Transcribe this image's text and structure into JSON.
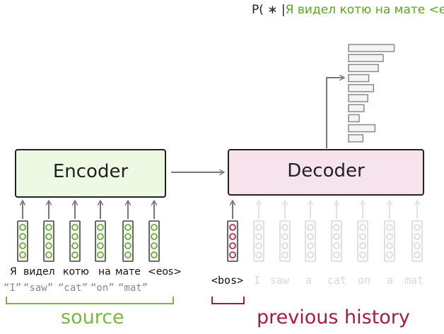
{
  "formula": {
    "prefix": "P( ∗ |",
    "green_text": "Я видел котю на мате <e"
  },
  "encoder": {
    "label": "Encoder"
  },
  "decoder": {
    "label": "Decoder"
  },
  "source_words": [
    "Я",
    "видел",
    "котю",
    "на",
    "мате",
    "<eos>"
  ],
  "source_glosses": [
    "“I”",
    "“saw”",
    "“cat”",
    "“on”",
    "“mat”"
  ],
  "previous_tokens": [
    "<bos>",
    "I",
    "saw",
    "a",
    "cat",
    "on",
    "a",
    "mat"
  ],
  "labels": {
    "source": "source",
    "previous_history": "previous history"
  },
  "distribution_bars": [
    0.95,
    0.72,
    0.62,
    0.42,
    0.52,
    0.4,
    0.32,
    0.22,
    0.55,
    0.3
  ],
  "colors": {
    "encoder_fill": "#eef9e4",
    "decoder_fill": "#f7e3ec",
    "green": "#5aa81c",
    "crimson": "#a61a44",
    "faded": "#d9d9d9",
    "arrow": "#777777"
  }
}
